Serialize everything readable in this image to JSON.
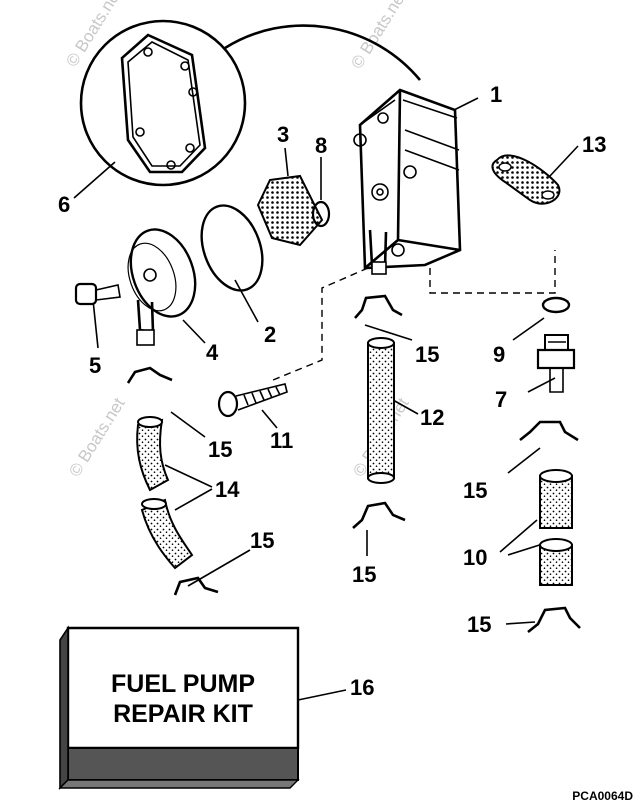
{
  "watermark": "© Boats.net",
  "callouts": [
    "1",
    "2",
    "3",
    "4",
    "5",
    "6",
    "7",
    "8",
    "9",
    "10",
    "11",
    "12",
    "13",
    "14",
    "15",
    "16"
  ],
  "kit": {
    "line1": "FUEL PUMP",
    "line2": "REPAIR KIT"
  },
  "drawing_code": "PCA0064D",
  "colors": {
    "ink": "#000000",
    "paper": "#ffffff",
    "watermark": "#c8c8c8",
    "shade": "#555555"
  }
}
